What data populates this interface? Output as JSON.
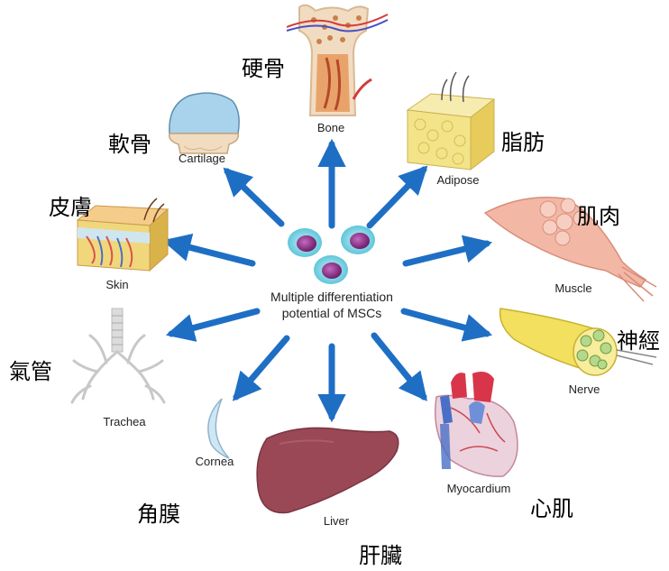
{
  "center": {
    "line1": "Multiple differentiation",
    "line2": "potential of MSCs"
  },
  "targets": {
    "bone": {
      "en": "Bone",
      "zh": "硬骨"
    },
    "adipose": {
      "en": "Adipose",
      "zh": "脂肪"
    },
    "muscle": {
      "en": "Muscle",
      "zh": "肌肉"
    },
    "nerve": {
      "en": "Nerve",
      "zh": "神經"
    },
    "myocardium": {
      "en": "Myocardium",
      "zh": "心肌"
    },
    "liver": {
      "en": "Liver",
      "zh": "肝臟"
    },
    "cornea": {
      "en": "Cornea",
      "zh": "角膜"
    },
    "trachea": {
      "en": "Trachea",
      "zh": "氣管"
    },
    "skin": {
      "en": "Skin",
      "zh": "皮膚"
    },
    "cartilage": {
      "en": "Cartilage",
      "zh": "軟骨"
    }
  },
  "colors": {
    "arrow": "#1e6fc4",
    "cell_outer": "#7fd6e6",
    "cell_nucleus": "#8a2e86",
    "bone": "#f1dcc2",
    "marrow": "#c96a2a",
    "cartilage_cap": "#a9d3ec",
    "fat": "#f3e48a",
    "muscle": "#f3b7a6",
    "nerve": "#f2e05e",
    "heart": "#d9576a",
    "liver": "#9a4856",
    "skin": "#f1d77b",
    "trachea": "#d8d8d8",
    "cornea": "#cfe7f4"
  }
}
